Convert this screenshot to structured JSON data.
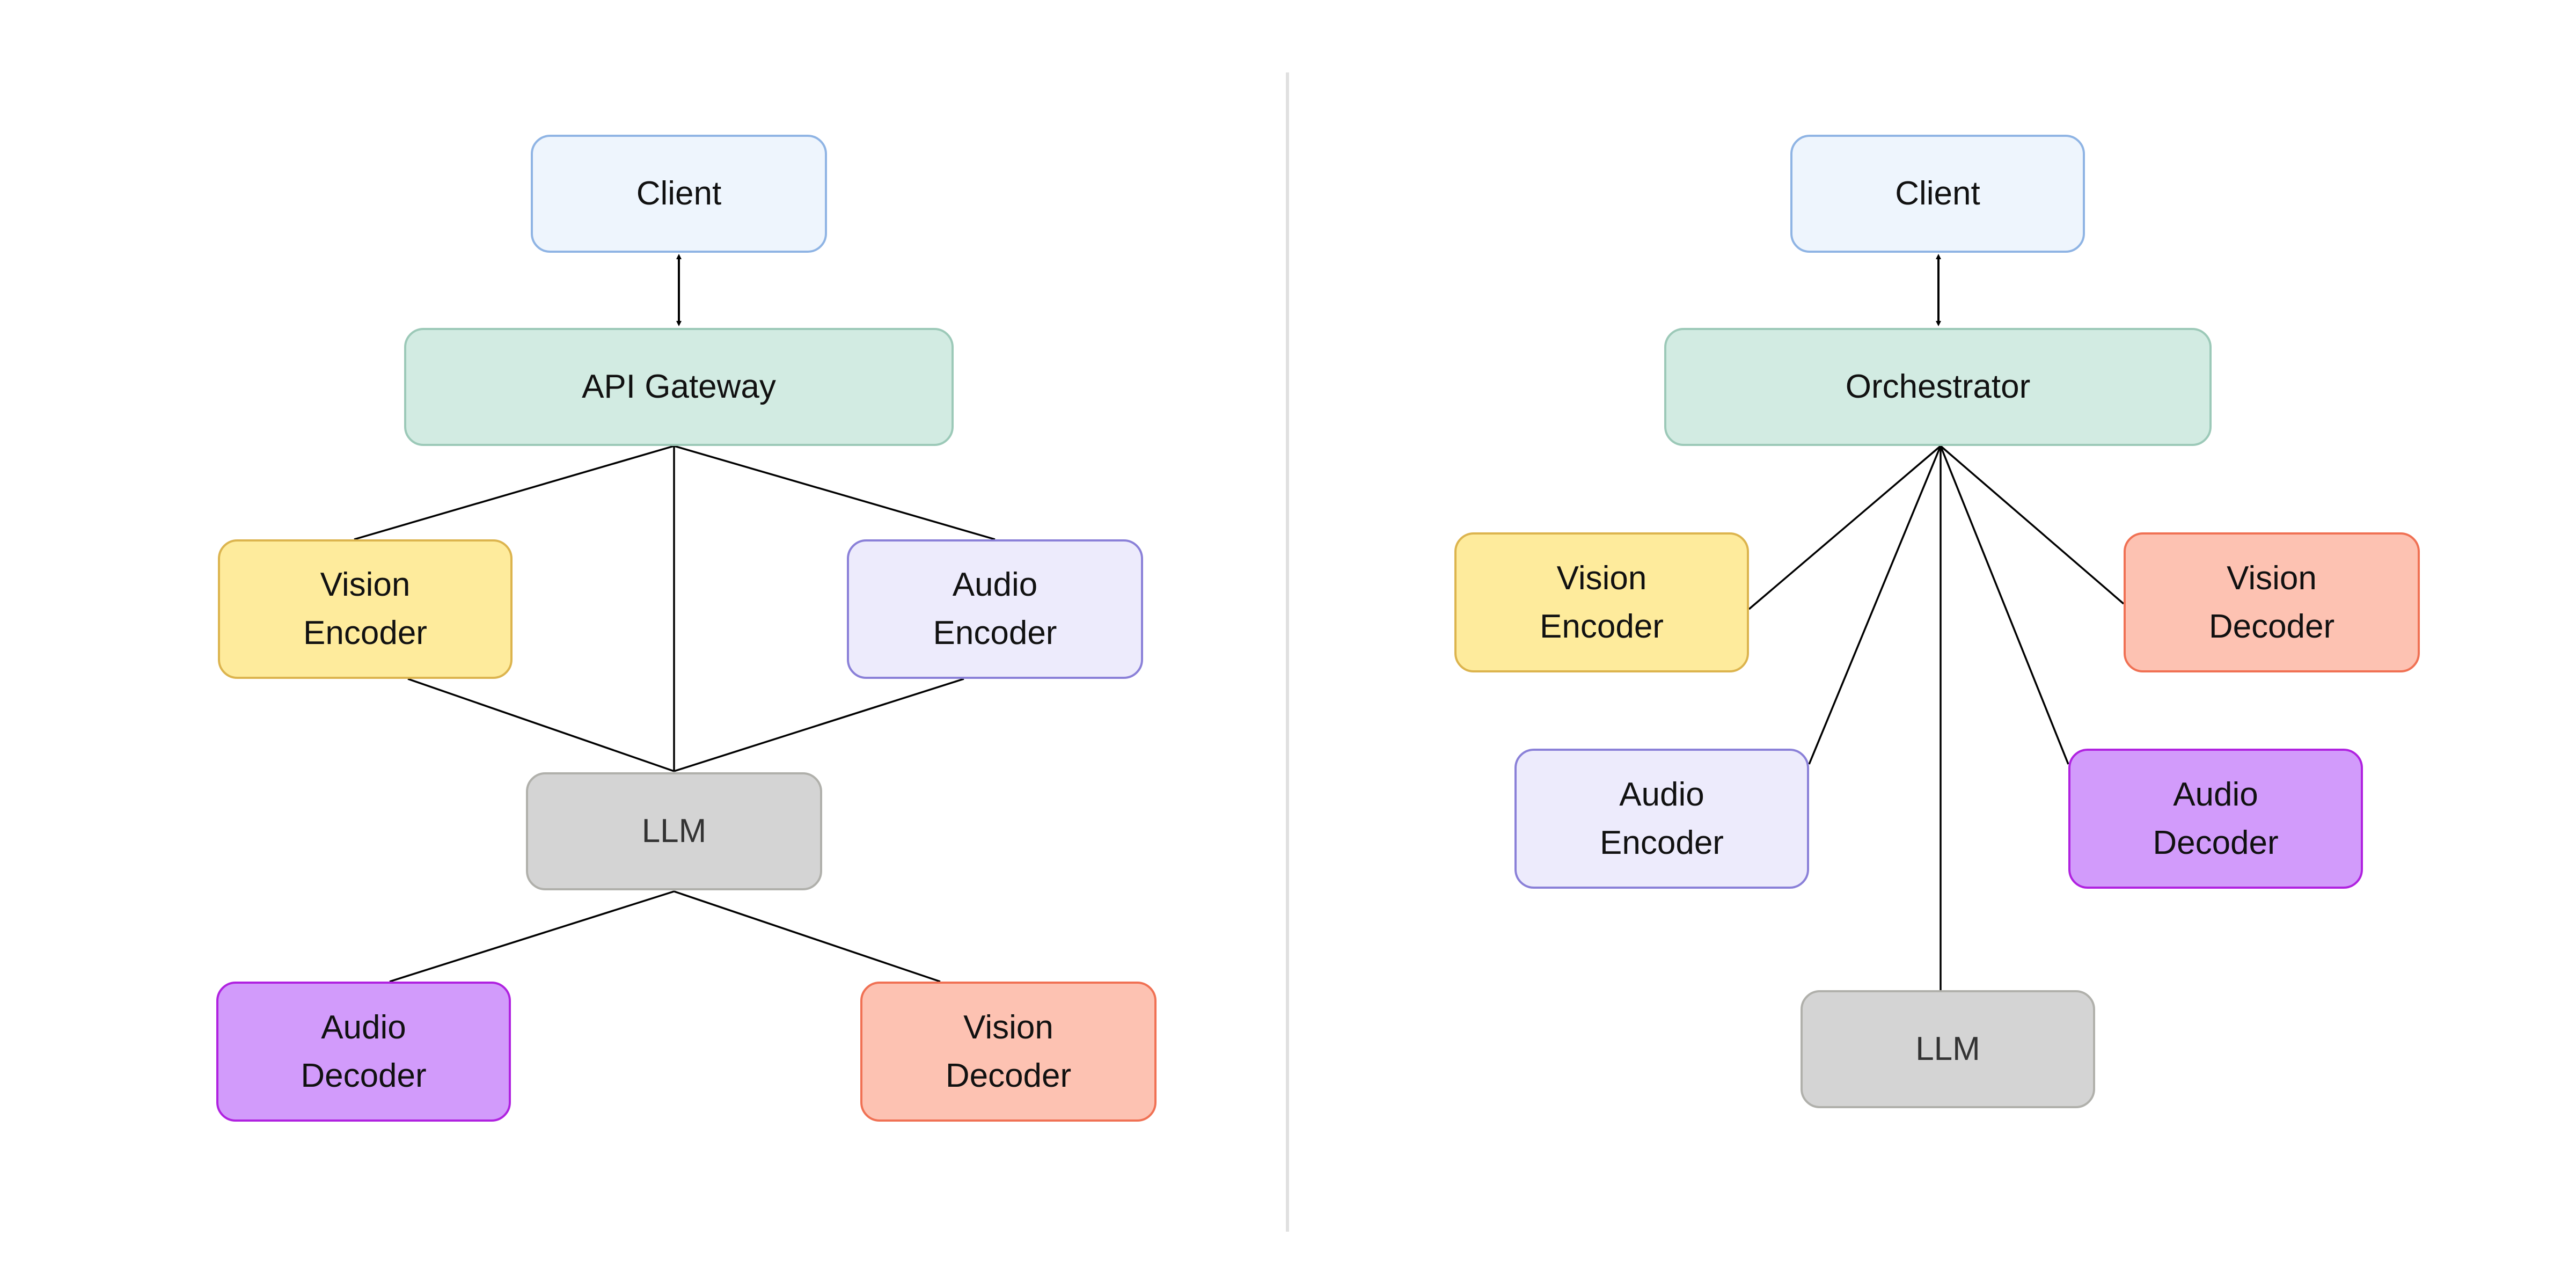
{
  "diagrams": [
    {
      "id": "gateway",
      "nodes": {
        "client": "Client",
        "hub": "API Gateway",
        "vision_encoder": "Vision\nEncoder",
        "audio_encoder": "Audio\nEncoder",
        "llm": "LLM",
        "audio_decoder": "Audio\nDecoder",
        "vision_decoder": "Vision\nDecoder"
      },
      "edges": [
        {
          "from": "client",
          "to": "hub",
          "type": "bidirectional-arrow"
        },
        {
          "from": "hub",
          "to": "vision_encoder",
          "type": "line"
        },
        {
          "from": "hub",
          "to": "audio_encoder",
          "type": "line"
        },
        {
          "from": "hub",
          "to": "llm",
          "type": "line"
        },
        {
          "from": "vision_encoder",
          "to": "llm",
          "type": "line"
        },
        {
          "from": "audio_encoder",
          "to": "llm",
          "type": "line"
        },
        {
          "from": "llm",
          "to": "audio_decoder",
          "type": "line"
        },
        {
          "from": "llm",
          "to": "vision_decoder",
          "type": "line"
        }
      ]
    },
    {
      "id": "orchestrator",
      "nodes": {
        "client": "Client",
        "hub": "Orchestrator",
        "vision_encoder": "Vision\nEncoder",
        "vision_decoder": "Vision\nDecoder",
        "audio_encoder": "Audio\nEncoder",
        "audio_decoder": "Audio\nDecoder",
        "llm": "LLM"
      },
      "edges": [
        {
          "from": "client",
          "to": "hub",
          "type": "bidirectional-arrow"
        },
        {
          "from": "hub",
          "to": "vision_encoder",
          "type": "line"
        },
        {
          "from": "hub",
          "to": "audio_encoder",
          "type": "line"
        },
        {
          "from": "hub",
          "to": "llm",
          "type": "line"
        },
        {
          "from": "hub",
          "to": "audio_decoder",
          "type": "line"
        },
        {
          "from": "hub",
          "to": "vision_decoder",
          "type": "line"
        }
      ]
    }
  ],
  "colors": {
    "client": "#eef5fd",
    "hub": "#d2ebe2",
    "vision_encoder": "#feeb9c",
    "audio_encoder": "#edebfc",
    "llm": "#d4d4d4",
    "audio_decoder": "#d29bfb",
    "vision_decoder": "#fdc2b2",
    "edge": "#000000",
    "divider": "#e0e0e0"
  }
}
